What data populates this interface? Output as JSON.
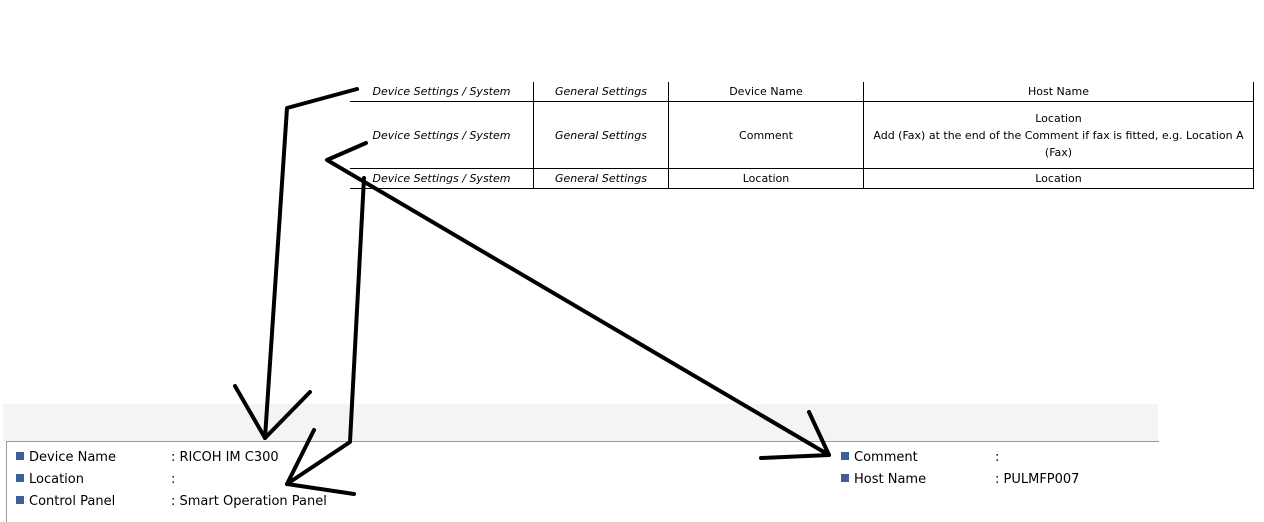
{
  "table": {
    "rows": [
      {
        "path": "Device Settings / System",
        "group": "General Settings",
        "field": "Device Name",
        "mapping": [
          "Host Name"
        ]
      },
      {
        "path": "Device Settings / System",
        "group": "General Settings",
        "field": "Comment",
        "mapping": [
          "Location",
          "Add (Fax) at the end of the Comment if fax is fitted, e.g.  Location A",
          "(Fax)"
        ]
      },
      {
        "path": "Device Settings / System",
        "group": "General Settings",
        "field": "Location",
        "mapping": [
          "Location"
        ]
      }
    ]
  },
  "device_info": {
    "left": [
      {
        "label": "Device Name",
        "value": ": RICOH IM C300"
      },
      {
        "label": "Location",
        "value": ":"
      },
      {
        "label": "Control Panel",
        "value": ": Smart Operation Panel"
      }
    ],
    "right": [
      {
        "label": "Comment",
        "value": ":"
      },
      {
        "label": "Host Name",
        "value": ": PULMFP007"
      }
    ]
  },
  "colors": {
    "bullet": "#3d5f9a",
    "annotation_stroke": "#000000",
    "band": "#f4f4f4"
  }
}
